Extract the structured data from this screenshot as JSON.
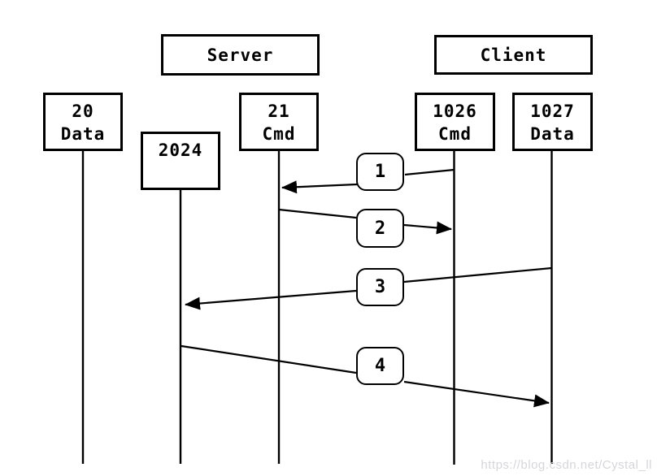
{
  "diagram": {
    "server_label": "Server",
    "client_label": "Client",
    "ports": [
      {
        "id": "port-20",
        "line1": "20",
        "line2": "Data",
        "side": "server"
      },
      {
        "id": "port-2024",
        "line1": "2024",
        "line2": "",
        "side": "server"
      },
      {
        "id": "port-21",
        "line1": "21",
        "line2": "Cmd",
        "side": "server"
      },
      {
        "id": "port-1026",
        "line1": "1026",
        "line2": "Cmd",
        "side": "client"
      },
      {
        "id": "port-1027",
        "line1": "1027",
        "line2": "Data",
        "side": "client"
      }
    ],
    "messages": [
      {
        "seq": "1",
        "from": "1026 Cmd",
        "to": "21 Cmd",
        "direction": "right-to-left"
      },
      {
        "seq": "2",
        "from": "21 Cmd",
        "to": "1026 Cmd",
        "direction": "left-to-right"
      },
      {
        "seq": "3",
        "from": "1027 Data",
        "to": "2024",
        "direction": "right-to-left"
      },
      {
        "seq": "4",
        "from": "2024",
        "to": "1027 Data",
        "direction": "left-to-right"
      }
    ],
    "colors": {
      "line": "#000000",
      "background": "#ffffff",
      "watermark": "#d6d6da"
    }
  },
  "watermark": {
    "text": "https://blog.csdn.net/Cystal_ll"
  }
}
